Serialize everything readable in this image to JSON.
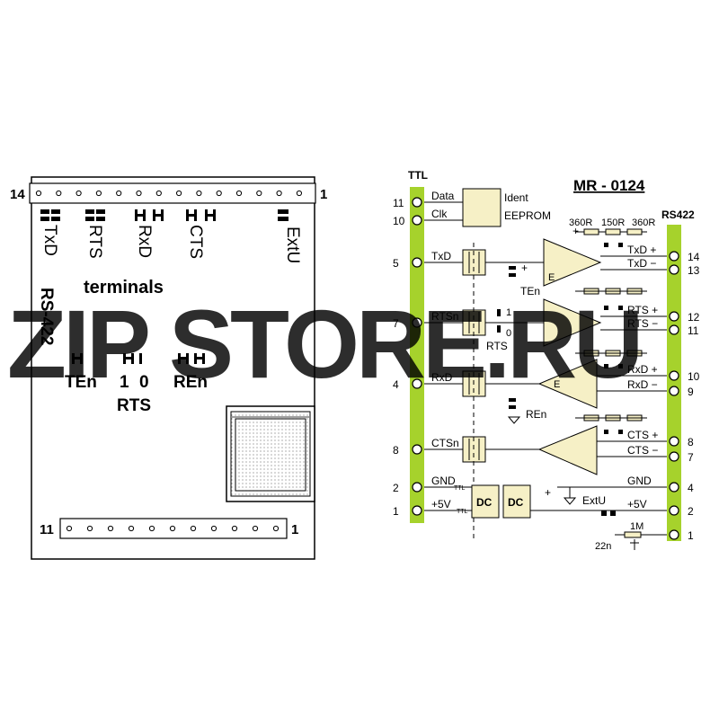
{
  "colors": {
    "bus": "#a6d22c",
    "chip": "#f6f0c6",
    "watermark_zip": "#f0a040",
    "watermark_store": "#9a9a9a",
    "ink": "#000000"
  },
  "board": {
    "header_top": {
      "left_number": "14",
      "right_number": "1"
    },
    "header_bottom": {
      "left_number": "11",
      "right_number": "1"
    },
    "terminal_labels": [
      "TxD",
      "RTS",
      "RxD",
      "CTS",
      "ExtU"
    ],
    "terminals_caption": "terminals",
    "side_label": "RS-422",
    "jumpers": {
      "ten": "TEn",
      "rts_1": "1",
      "rts_0": "0",
      "ren": "REn",
      "rts": "RTS"
    }
  },
  "schematic": {
    "title": "MR - 0124",
    "ttl_label": "TTL",
    "rs422_label": "RS422",
    "eeprom": {
      "ident": "Ident",
      "eeprom": "EEPROM",
      "data": "Data",
      "clk": "Clk"
    },
    "ttl_pins": [
      {
        "num": "11",
        "label": "Data"
      },
      {
        "num": "10",
        "label": "Clk"
      },
      {
        "num": "5",
        "label": "TxD"
      },
      {
        "num": "7",
        "label": "RTSn"
      },
      {
        "num": "4",
        "label": "RxD"
      },
      {
        "num": "8",
        "label": "CTSn"
      },
      {
        "num": "2",
        "label": "GND"
      },
      {
        "num": "1",
        "label": "+5V"
      }
    ],
    "ttl_subscript": "TTL",
    "rs_pins": [
      {
        "num": "14",
        "label": "TxD +"
      },
      {
        "num": "13",
        "label": "TxD −"
      },
      {
        "num": "12",
        "label": "RTS +"
      },
      {
        "num": "11",
        "label": "RTS −"
      },
      {
        "num": "10",
        "label": "RxD +"
      },
      {
        "num": "9",
        "label": "RxD −"
      },
      {
        "num": "8",
        "label": "CTS +"
      },
      {
        "num": "7",
        "label": "CTS −"
      },
      {
        "num": "4",
        "label": "GND"
      },
      {
        "num": "2",
        "label": "+5V"
      },
      {
        "num": "1",
        "label": ""
      }
    ],
    "resistors": {
      "r1": "360R",
      "r2": "150R",
      "r3": "360R"
    },
    "ten": "TEn",
    "ren": "REn",
    "rts": "RTS",
    "rts_1": "1",
    "rts_0": "0",
    "plus": "+",
    "e_mark": "E",
    "dc": "DC",
    "extu": "ExtU",
    "r_1m": "1M",
    "c_22n": "22n"
  },
  "watermark": {
    "zip": "ZIP",
    "store": "STORE.RU"
  }
}
